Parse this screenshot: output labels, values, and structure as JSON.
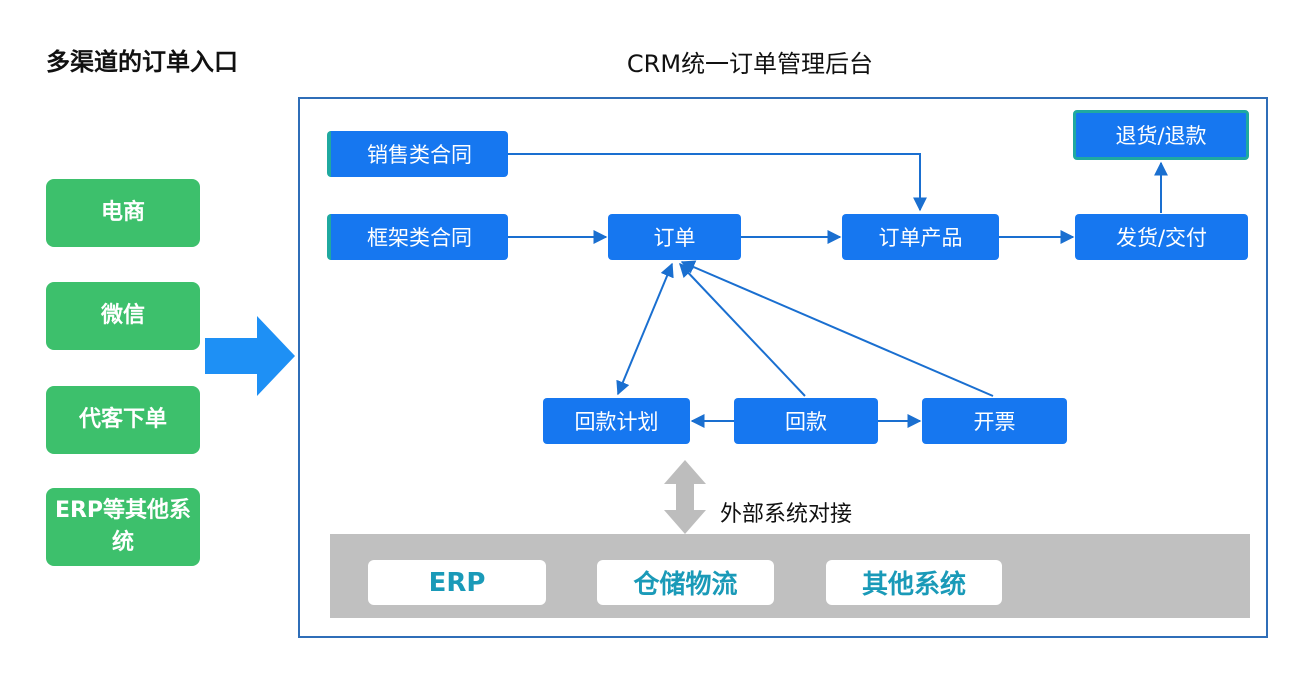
{
  "left": {
    "title": "多渠道的订单入口",
    "channels": [
      "电商",
      "微信",
      "代客下单",
      "ERP等其他系统"
    ]
  },
  "crm": {
    "title": "CRM统一订单管理后台",
    "nodes": {
      "sales_contract": "销售类合同",
      "framework_contract": "框架类合同",
      "order": "订单",
      "order_product": "订单产品",
      "delivery": "发货/交付",
      "return_refund": "退货/退款",
      "payment_plan": "回款计划",
      "payment": "回款",
      "invoice": "开票"
    },
    "external_label": "外部系统对接",
    "systems": [
      "ERP",
      "仓储物流",
      "其他系统"
    ]
  },
  "colors": {
    "channel_green": "#3dc06c",
    "node_blue": "#1677f0",
    "arrow_blue": "#1a6fd0",
    "big_arrow": "#1e90f5",
    "teal": "#1fa9a0",
    "system_text": "#1a9ab8",
    "gray_bar": "#c0c0c0"
  }
}
